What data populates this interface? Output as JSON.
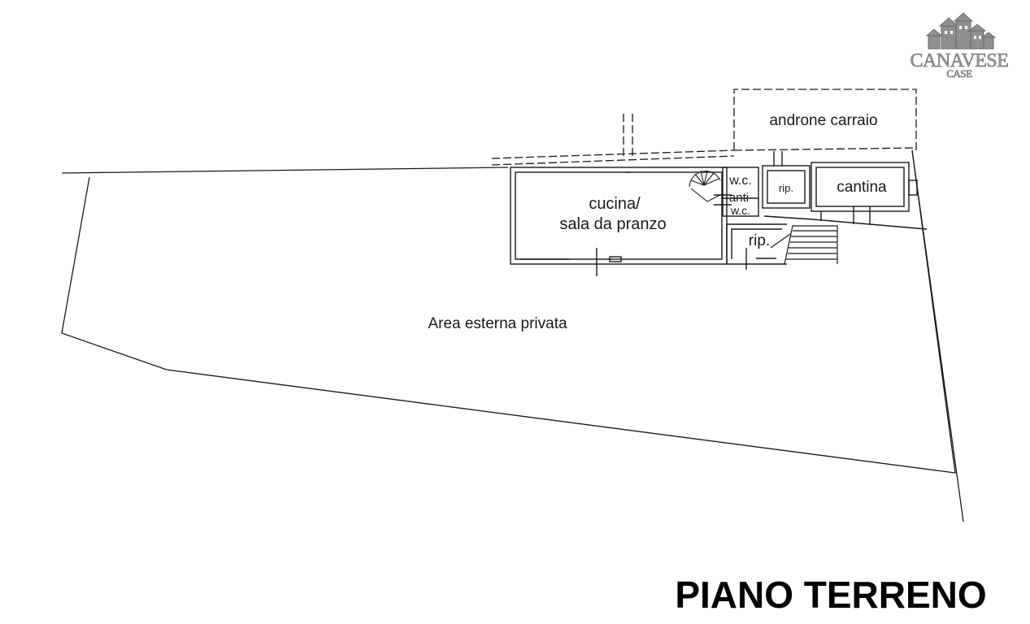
{
  "logo": {
    "brand": "CANAVESE",
    "sub": "CASE",
    "icon": "houses-icon",
    "color": "#8a8a8a"
  },
  "rooms": {
    "androne": "androne carraio",
    "cucina_1": "cucina/",
    "cucina_2": "sala da pranzo",
    "wc_top": "w.c.",
    "anti": "anti",
    "wc_bottom": "w.c.",
    "rip_small": "rip.",
    "cantina": "cantina",
    "rip_lower": "rip."
  },
  "area": "Area esterna privata",
  "title": "PIANO TERRENO"
}
